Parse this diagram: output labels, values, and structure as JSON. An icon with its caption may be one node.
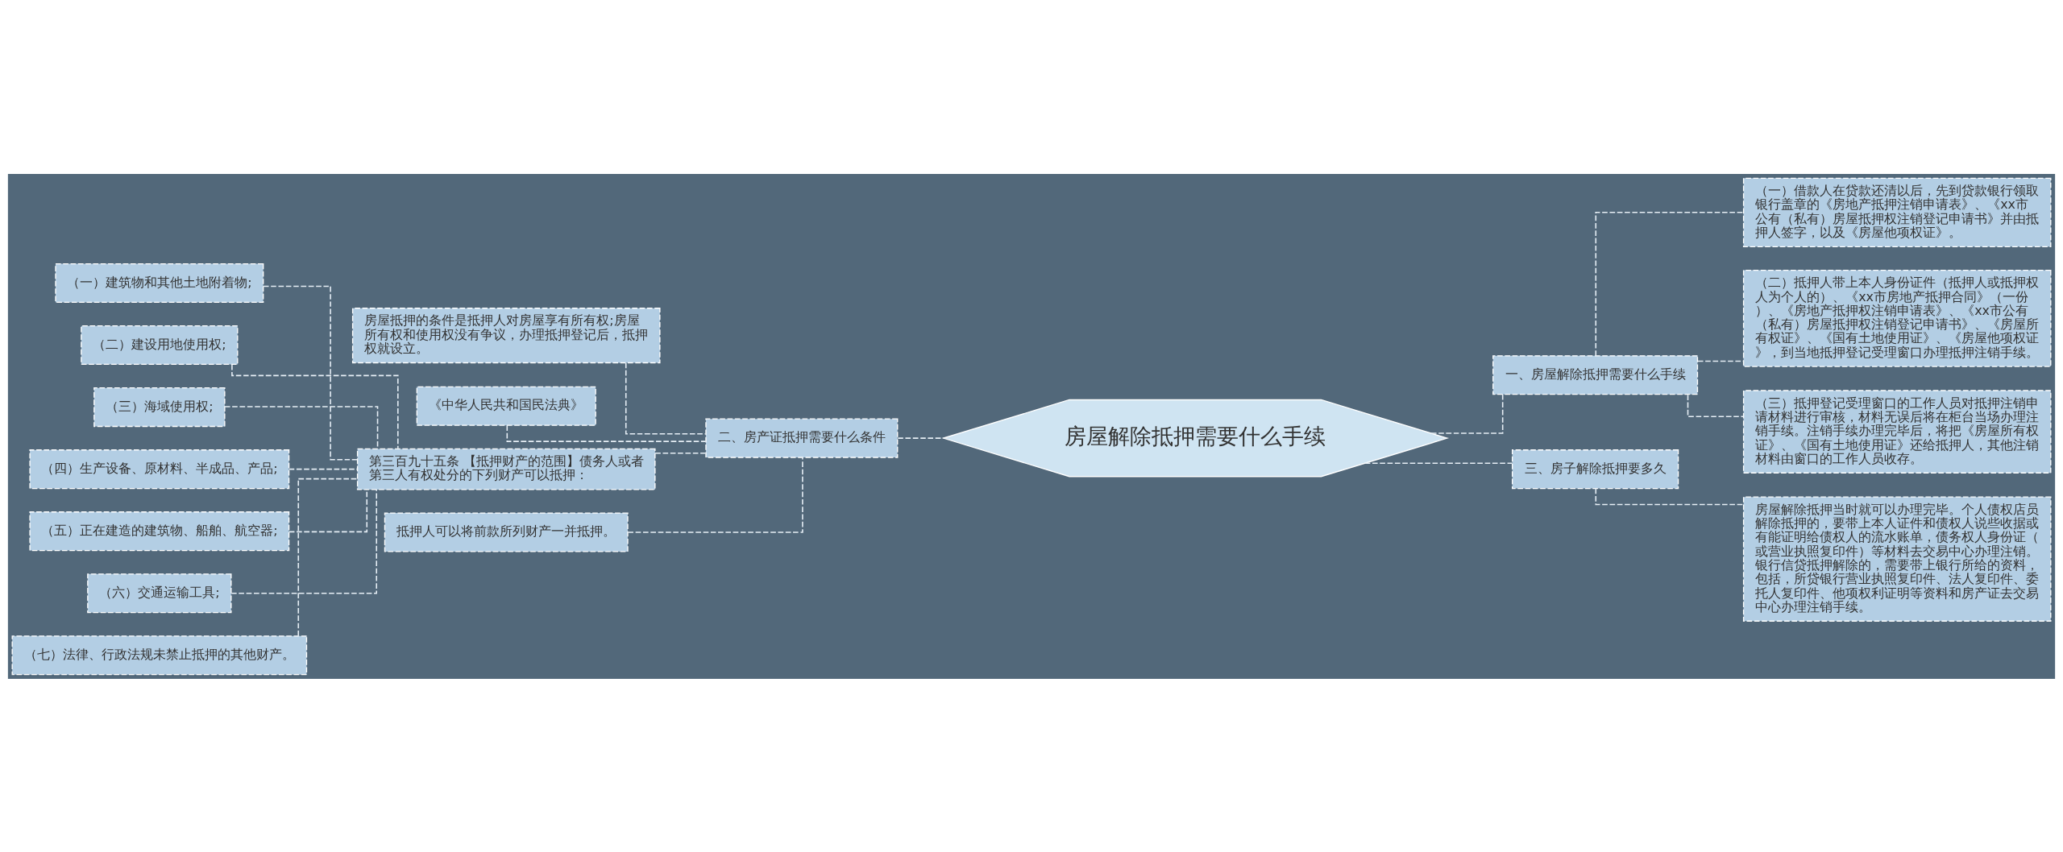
{
  "diagram": {
    "nodes": [
      {
        "text": [
          "房屋解除抵押需要什么手续"
        ]
      },
      {
        "text": [
          "一、房屋解除抵押需要什么手续"
        ]
      },
      {
        "text": [
          "（一）借款人在贷款还清以后，先到贷款银行领取银行盖章的《房地产抵押注销申请表》、《xx市公有（私有）房屋抵押权注销登记申请书》并由抵押人签字，以及《房屋他项权证》。"
        ]
      },
      {
        "text": [
          "（二）抵押人带上本人身份证件（抵押人或抵押权人为个人的）、《xx市房地产抵押合同》（一份）、《房地产抵押权注销申请表》、《xx市公有（私有）房屋抵押权注销登记申请书》、《房屋所有权证》、《国有土地使用证》、《房屋他项权证》，到当地抵押登记受理窗口办理抵押注销手续。"
        ]
      },
      {
        "text": [
          "（三）抵押登记受理窗口的工作人员对抵押注销申请材料进行审核，材料无误后将在柜台当场办理注销手续。注销手续办理完毕后，将把《房屋所有权证》、《国有土地使用证》还给抵押人，其他注销材料由窗口的工作人员收存。"
        ]
      },
      {
        "text": [
          "二、房产证抵押需要什么条件"
        ]
      },
      {
        "text": [
          "房屋抵押的条件是抵押人对房屋享有所有权;房屋所有权和使用权没有争议，办理抵押登记后，抵押权就设立。"
        ]
      },
      {
        "text": [
          "《中华人民共和国民法典》"
        ]
      },
      {
        "text": [
          "第三百九十五条 【抵押财产的范围】债务人或者第三人有权处分的下列财产可以抵押："
        ]
      },
      {
        "text": [
          "（一）建筑物和其他土地附着物;"
        ]
      },
      {
        "text": [
          "（二）建设用地使用权;"
        ]
      },
      {
        "text": [
          "（三）海域使用权;"
        ]
      },
      {
        "text": [
          "（四）生产设备、原材料、半成品、产品;"
        ]
      },
      {
        "text": [
          "（五）正在建造的建筑物、船舶、航空器;"
        ]
      },
      {
        "text": [
          "（六）交通运输工具;"
        ]
      },
      {
        "text": [
          "（七）法律、行政法规未禁止抵押的其他财产。"
        ]
      },
      {
        "text": [
          "抵押人可以将前款所列财产一并抵押。"
        ]
      },
      {
        "text": [
          "三、房子解除抵押要多久"
        ]
      },
      {
        "text": [
          "房屋解除抵押当时就可以办理完毕。个人债权店员解除抵押的，要带上本人证件和债权人说些收据或有能证明给债权人的流水账单，债务权人身份证（或营业执照复印件）等材料去交易中心办理注销。银行信贷抵押解除的，需要带上银行所给的资料，包括，所贷银行营业执照复印件、法人复印件、委托人复印件、他项权利证明等资料和房产证去交易中心办理注销手续。"
        ]
      }
    ],
    "edges": [
      {
        "from": 0,
        "to": 1,
        "arrow": "none"
      },
      {
        "from": 1,
        "to": 2,
        "arrow": "none"
      },
      {
        "from": 1,
        "to": 3,
        "arrow": "none"
      },
      {
        "from": 1,
        "to": 4,
        "arrow": "none"
      },
      {
        "from": 0,
        "to": 5,
        "arrow": "none"
      },
      {
        "from": 5,
        "to": 6,
        "arrow": "none"
      },
      {
        "from": 5,
        "to": 7,
        "arrow": "none"
      },
      {
        "from": 5,
        "to": 8,
        "arrow": "none"
      },
      {
        "from": 8,
        "to": 9,
        "arrow": "none"
      },
      {
        "from": 8,
        "to": 10,
        "arrow": "none"
      },
      {
        "from": 8,
        "to": 11,
        "arrow": "none"
      },
      {
        "from": 8,
        "to": 12,
        "arrow": "none"
      },
      {
        "from": 8,
        "to": 13,
        "arrow": "none"
      },
      {
        "from": 8,
        "to": 14,
        "arrow": "none"
      },
      {
        "from": 8,
        "to": 15,
        "arrow": "none"
      },
      {
        "from": 5,
        "to": 16,
        "arrow": "none"
      },
      {
        "from": 0,
        "to": 17,
        "arrow": "none"
      },
      {
        "from": 17,
        "to": 18,
        "arrow": "none"
      }
    ]
  }
}
